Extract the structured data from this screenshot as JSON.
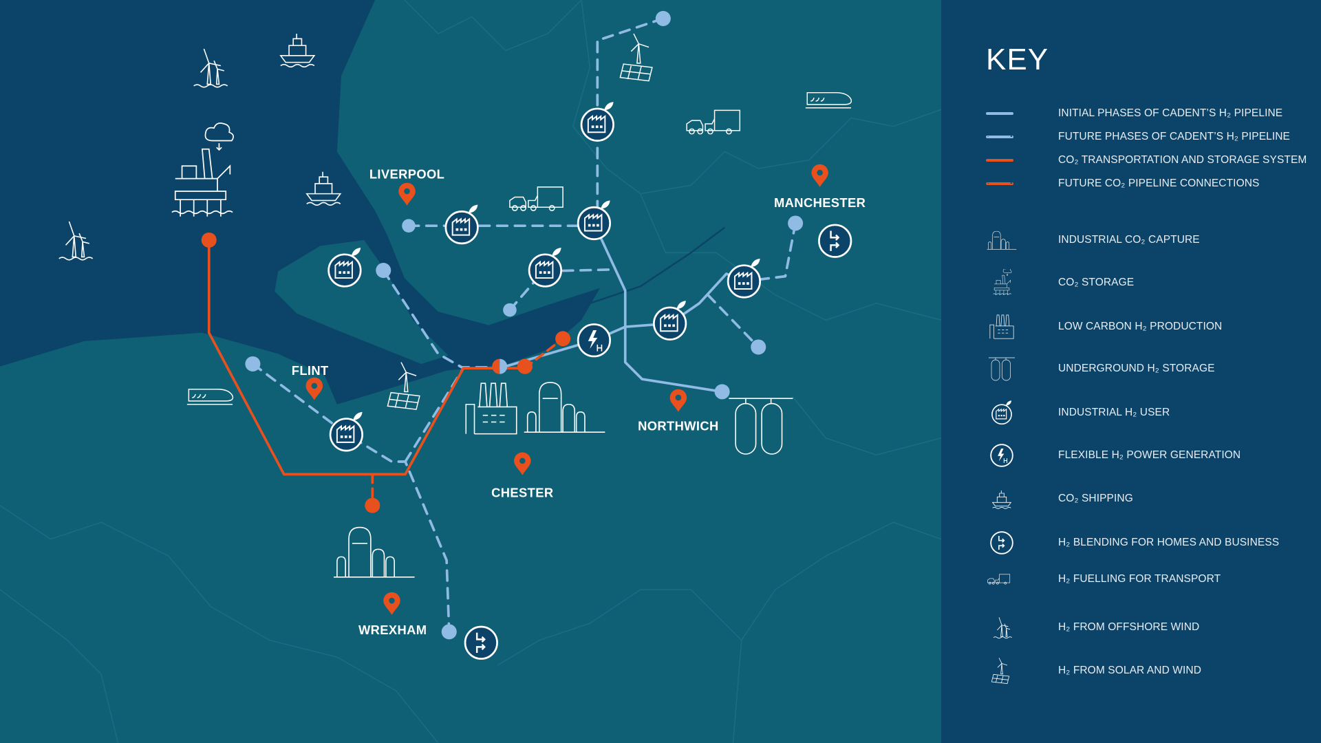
{
  "colors": {
    "sea": "#0b4468",
    "land": "#0f6075",
    "key_panel": "#0b4468",
    "h2_pipeline": "#8fbbe4",
    "co2_pipeline": "#e8501e",
    "icon": "#ffffff"
  },
  "cities": {
    "liverpool": "LIVERPOOL",
    "manchester": "MANCHESTER",
    "flint": "FLINT",
    "northwich": "NORTHWICH",
    "chester": "CHESTER",
    "wrexham": "WREXHAM"
  },
  "key": {
    "title": "KEY",
    "lines": [
      {
        "label": "INITIAL PHASES OF CADENT’S H₂ PIPELINE",
        "style": "solid",
        "color": "#8fbbe4"
      },
      {
        "label": "FUTURE PHASES OF CADENT’S H₂ PIPELINE",
        "style": "dashed",
        "color": "#8fbbe4"
      },
      {
        "label": "CO₂ TRANSPORTATION AND STORAGE SYSTEM",
        "style": "solid",
        "color": "#e8501e"
      },
      {
        "label": "FUTURE CO₂ PIPELINE CONNECTIONS",
        "style": "dashed",
        "color": "#e8501e"
      }
    ],
    "icons": [
      {
        "icon": "industrial-co2-capture-icon",
        "label": "INDUSTRIAL CO₂ CAPTURE"
      },
      {
        "icon": "co2-storage-icon",
        "label": "CO₂ STORAGE"
      },
      {
        "icon": "low-carbon-h2-production-icon",
        "label": "LOW CARBON H₂ PRODUCTION"
      },
      {
        "icon": "underground-h2-storage-icon",
        "label": "UNDERGROUND H₂ STORAGE"
      },
      {
        "icon": "industrial-h2-user-icon",
        "label": "INDUSTRIAL H₂ USER"
      },
      {
        "icon": "flexible-h2-power-icon",
        "label": "FLEXIBLE H₂ POWER GENERATION"
      },
      {
        "icon": "co2-shipping-icon",
        "label": "CO₂ SHIPPING"
      },
      {
        "icon": "h2-blending-icon",
        "label": "H₂ BLENDING FOR HOMES AND BUSINESS"
      },
      {
        "icon": "h2-fuelling-transport-icon",
        "label": "H₂ FUELLING FOR TRANSPORT"
      },
      {
        "icon": "offshore-wind-icon",
        "label": "H₂ FROM OFFSHORE WIND"
      },
      {
        "icon": "solar-wind-icon",
        "label": "H₂ FROM SOLAR AND WIND"
      }
    ]
  }
}
